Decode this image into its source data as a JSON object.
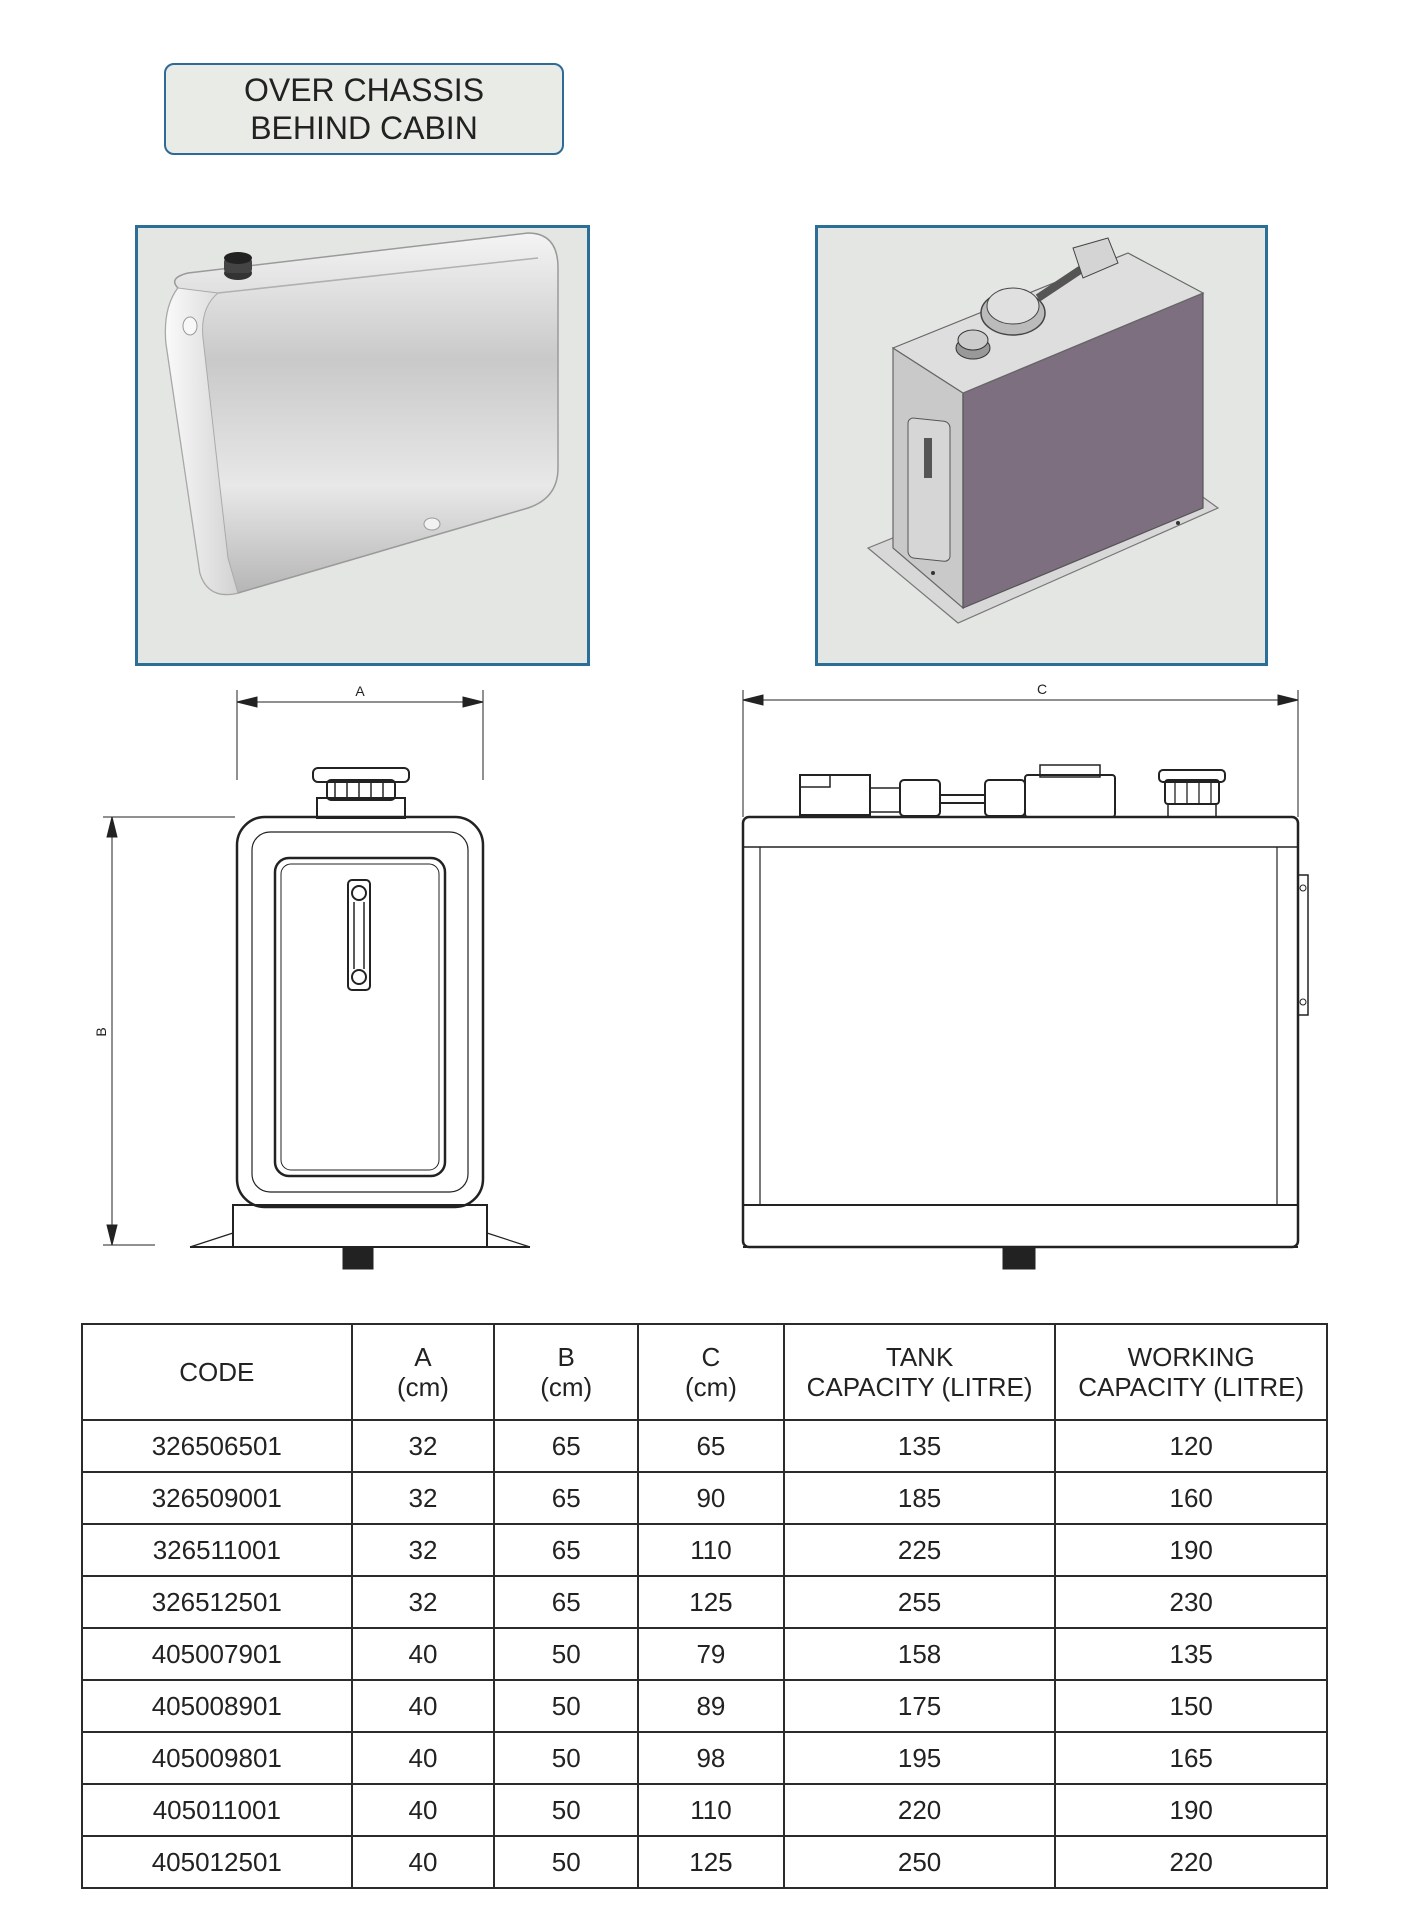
{
  "title": {
    "line1": "OVER CHASSIS",
    "line2": "BEHIND CABIN"
  },
  "drawing_labels": {
    "a": "A",
    "b": "B",
    "c": "C"
  },
  "table": {
    "headers": [
      {
        "line1": "CODE",
        "line2": ""
      },
      {
        "line1": "A",
        "line2": "(cm)"
      },
      {
        "line1": "B",
        "line2": "(cm)"
      },
      {
        "line1": "C",
        "line2": "(cm)"
      },
      {
        "line1": "TANK",
        "line2": "CAPACITY (LITRE)"
      },
      {
        "line1": "WORKING",
        "line2": "CAPACITY (LITRE)"
      }
    ],
    "rows": [
      [
        "326506501",
        "32",
        "65",
        "65",
        "135",
        "120"
      ],
      [
        "326509001",
        "32",
        "65",
        "90",
        "185",
        "160"
      ],
      [
        "326511001",
        "32",
        "65",
        "110",
        "225",
        "190"
      ],
      [
        "326512501",
        "32",
        "65",
        "125",
        "255",
        "230"
      ],
      [
        "405007901",
        "40",
        "50",
        "79",
        "158",
        "135"
      ],
      [
        "405008901",
        "40",
        "50",
        "89",
        "175",
        "150"
      ],
      [
        "405009801",
        "40",
        "50",
        "98",
        "195",
        "165"
      ],
      [
        "405011001",
        "40",
        "50",
        "110",
        "220",
        "190"
      ],
      [
        "405012501",
        "40",
        "50",
        "125",
        "250",
        "220"
      ]
    ]
  },
  "colors": {
    "frame_blue": "#2c6f96",
    "panel_bg": "#e4e6e3",
    "tank_side": "#7d6f80"
  }
}
